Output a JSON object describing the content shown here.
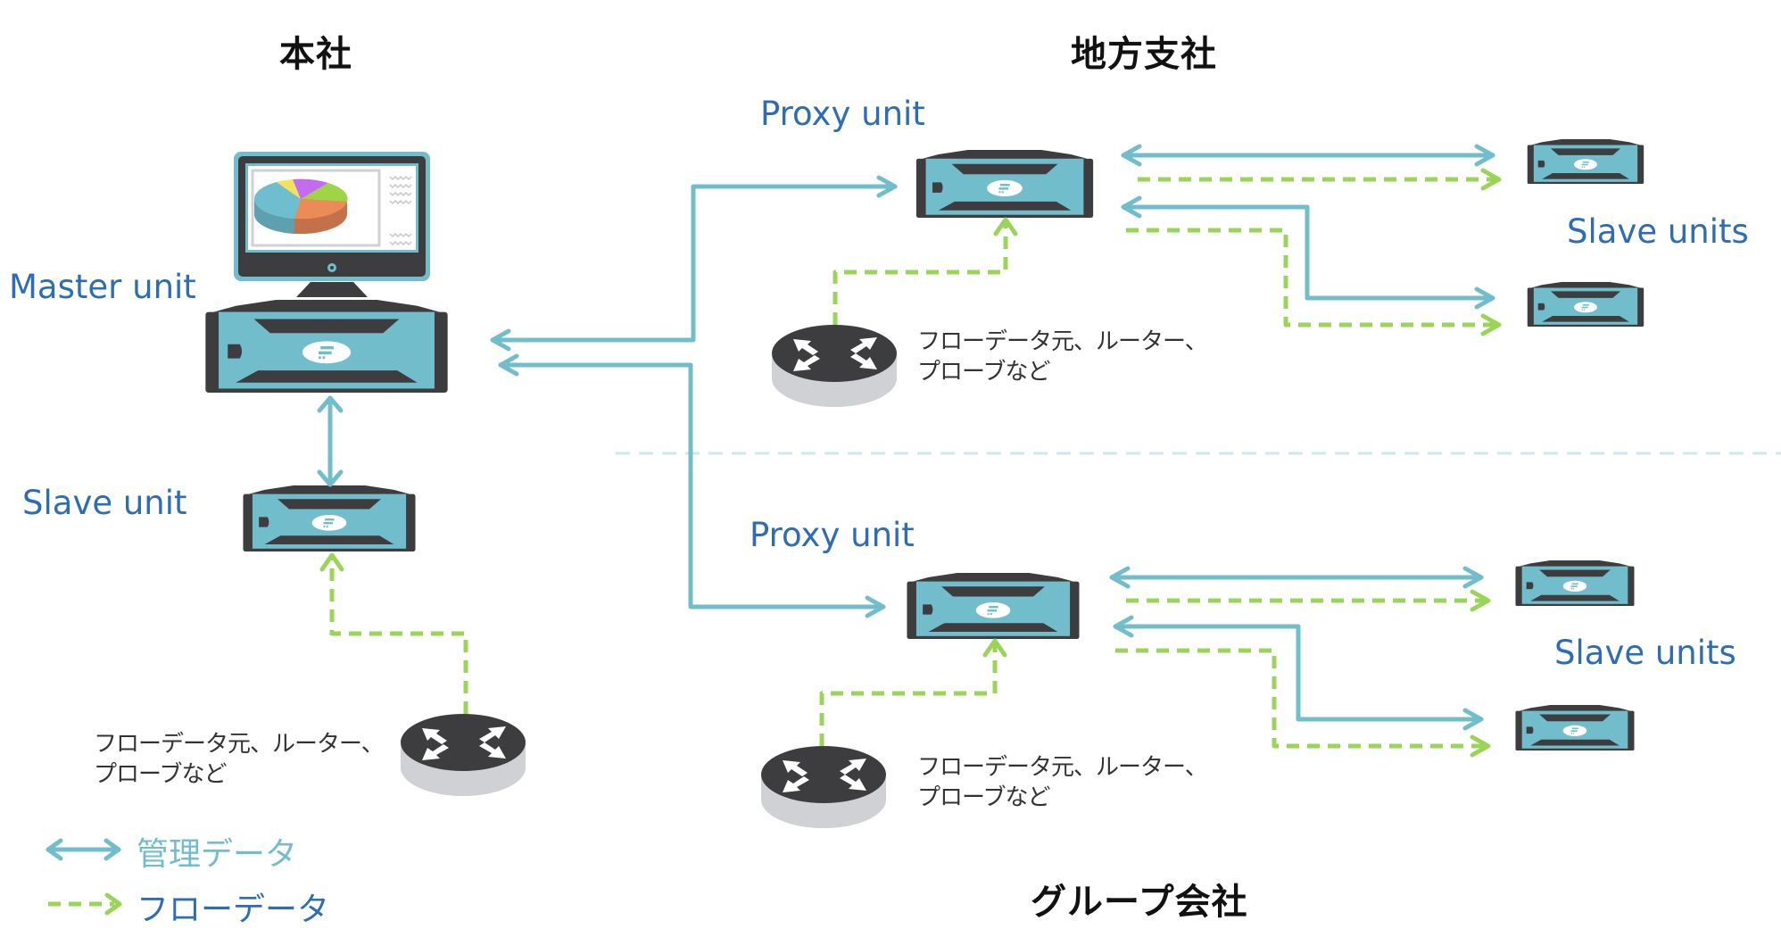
{
  "sections": {
    "hq": "本社",
    "branch": "地方支社",
    "group": "グループ会社"
  },
  "labels": {
    "master_unit": "Master unit",
    "slave_unit": "Slave unit",
    "proxy_unit_branch": "Proxy unit",
    "proxy_unit_group": "Proxy unit",
    "slave_units_branch": "Slave units",
    "slave_units_group": "Slave units"
  },
  "flow_sources": [
    {
      "line1": "フローデータ元、ルーター、",
      "line2": "プローブなど"
    },
    {
      "line1": "フローデータ元、ルーター、",
      "line2": "プローブなど"
    },
    {
      "line1": "フローデータ元、ルーター、",
      "line2": "プローブなど"
    }
  ],
  "legend": {
    "management": {
      "label": "管理データ",
      "color": "#72bdcc"
    },
    "flow": {
      "label": "フローデータ",
      "color": "#2e6db5"
    }
  },
  "colors": {
    "management_line": "#72bdcc",
    "flow_line": "#9ad55a",
    "device_body": "#72bdcc",
    "device_dark": "#3d3d40",
    "divider": "#cfe8ef",
    "unit_label": "#2d6db5"
  },
  "pie_slices": [
    {
      "name": "teal",
      "color": "#6ebecf"
    },
    {
      "name": "yellow",
      "color": "#f4e35a"
    },
    {
      "name": "purple",
      "color": "#c46cf0"
    },
    {
      "name": "green",
      "color": "#9ed447"
    },
    {
      "name": "orange",
      "color": "#ec8b58"
    }
  ]
}
